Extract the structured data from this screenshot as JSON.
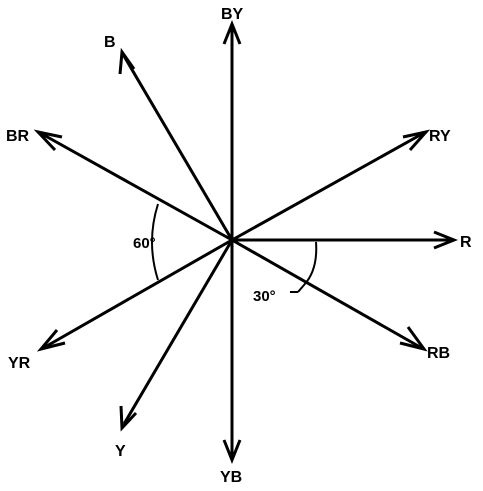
{
  "vectors": [
    {
      "id": "by",
      "label": "BY"
    },
    {
      "id": "b",
      "label": "B"
    },
    {
      "id": "br",
      "label": "BR"
    },
    {
      "id": "ry",
      "label": "RY"
    },
    {
      "id": "r",
      "label": "R"
    },
    {
      "id": "rb",
      "label": "RB"
    },
    {
      "id": "yr",
      "label": "YR"
    },
    {
      "id": "y",
      "label": "Y"
    },
    {
      "id": "yb",
      "label": "YB"
    }
  ],
  "angles": {
    "sixty": "60°",
    "thirty": "30°"
  }
}
